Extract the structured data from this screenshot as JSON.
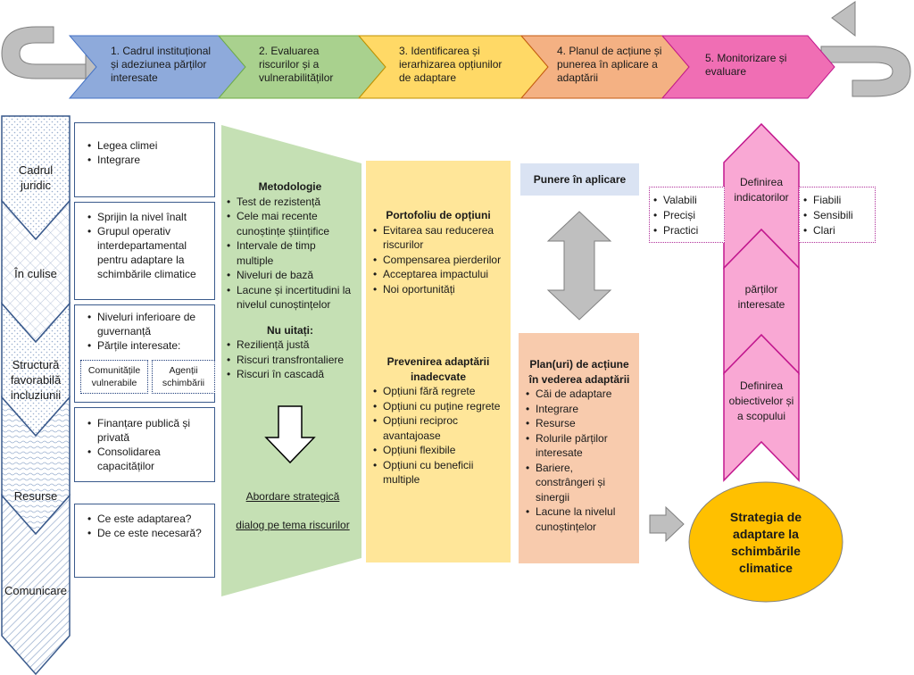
{
  "steps": [
    {
      "label": "1. Cadrul instituțional și adeziunea părților interesate",
      "color": "#8eaadb"
    },
    {
      "label": "2. Evaluarea riscurilor și a vulnerabilităților",
      "color": "#a9d18e"
    },
    {
      "label": "3. Identificarea și ierarhizarea opțiunilor de adaptare",
      "color": "#ffd966"
    },
    {
      "label": "4. Planul de acțiune și punerea în aplicare a adaptării",
      "color": "#f4b183"
    },
    {
      "label": "5. Monitorizare și evaluare",
      "color": "#f06eb4"
    }
  ],
  "left_column": {
    "labels": [
      "Cadrul juridic",
      "În culise",
      "Structură favorabilă incluziunii",
      "Resurse",
      "Comunicare"
    ],
    "boxes": [
      {
        "items": [
          "Legea climei",
          "Integrare"
        ]
      },
      {
        "items": [
          "Sprijin la nivel înalt",
          "Grupul operativ interdepartamental pentru adaptare la schimbările climatice"
        ]
      },
      {
        "items": [
          "Niveluri inferioare de guvernanță",
          "Părțile interesate:"
        ],
        "sub_left": "Comunitățile vulnerabile",
        "sub_right": "Agenții schimbării"
      },
      {
        "items": [
          "Finanțare publică și privată",
          "Consolidarea capacităților"
        ]
      },
      {
        "items": [
          "Ce este adaptarea?",
          "De ce este necesară?"
        ]
      }
    ]
  },
  "green_panel": {
    "title": "Metodologie",
    "items": [
      "Test de rezistență",
      "Cele mai recente cunoștințe științifice",
      "Intervale de timp multiple",
      "Niveluri de bază",
      "Lacune și incertitudini la nivelul cunoștințelor"
    ],
    "title2": "Nu uitați:",
    "items2": [
      "Reziliență justă",
      "Riscuri transfrontaliere",
      "Riscuri în cascadă"
    ],
    "footer1": "Abordare strategică",
    "footer2": "dialog pe tema riscurilor"
  },
  "yellow_panel": {
    "title": "Portofoliu de opțiuni",
    "items": [
      "Evitarea sau reducerea riscurilor",
      "Compensarea pierderilor",
      "Acceptarea impactului",
      "Noi oportunități"
    ],
    "title2": "Prevenirea adaptării inadecvate",
    "items2": [
      "Opțiuni fără regrete",
      "Opțiuni cu puține regrete",
      "Opțiuni reciproc avantajoase",
      "Opțiuni flexibile",
      "Opțiuni cu beneficii multiple"
    ]
  },
  "blue_label": "Punere în aplicare",
  "orange_panel": {
    "title": "Plan(uri) de acțiune în vederea adaptării",
    "items": [
      "Căi de adaptare",
      "Integrare",
      "Resurse",
      "Rolurile părților interesate",
      "Bariere, constrângeri și sinergii",
      "Lacune la nivelul cunoștințelor"
    ]
  },
  "pink_column": {
    "top": "Definirea indicatorilor",
    "middle": "părților interesate",
    "bottom": "Definirea obiectivelor și a scopului"
  },
  "pink_left_list": [
    "Valabili",
    "Preciși",
    "Practici"
  ],
  "pink_right_list": [
    "Fiabili",
    "Sensibili",
    "Clari"
  ],
  "strategy": "Strategia de adaptare la schimbările climatice",
  "colors": {
    "blue_border": "#3a5a8c",
    "green": "#c5e0b4",
    "yellow": "#ffe699",
    "orange": "#f8cbad",
    "light_blue": "#dae3f3",
    "pink": "#f9a8d4",
    "pink_border": "#c2188e",
    "gold": "#ffc000",
    "gray_arrow": "#bfbfbf"
  }
}
